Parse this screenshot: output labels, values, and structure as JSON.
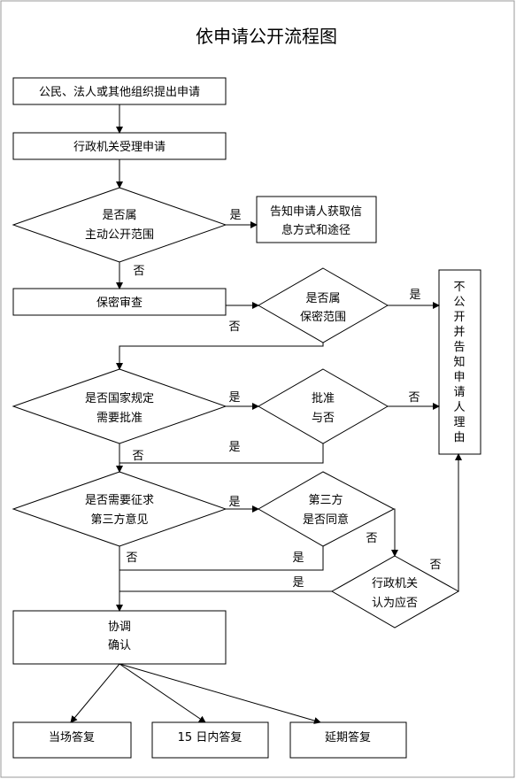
{
  "title": "依申请公开流程图",
  "nodes": {
    "apply": "公民、法人或其他组织提出申请",
    "accept": "行政机关受理申请",
    "active_q1": "是否属",
    "active_q2": "主动公开范围",
    "inform_1": "告知申请人获取信",
    "inform_2": "息方式和途径",
    "secrecy": "保密审查",
    "secret_q1": "是否属",
    "secret_q2": "保密范围",
    "not_public": "不公开并告知申请人理由",
    "approve_need_1": "是否国家规定",
    "approve_need_2": "需要批准",
    "approve_1": "批准",
    "approve_2": "与否",
    "third_need_1": "是否需要征求",
    "third_need_2": "第三方意见",
    "third_agree_1": "第三方",
    "third_agree_2": "是否同意",
    "agency_1": "行政机关",
    "agency_2": "认为应否",
    "coord_1": "协调",
    "coord_2": "确认",
    "reply_now": "当场答复",
    "reply_15": "15 日内答复",
    "reply_delay": "延期答复"
  },
  "edge_labels": {
    "yes": "是",
    "no": "否"
  }
}
